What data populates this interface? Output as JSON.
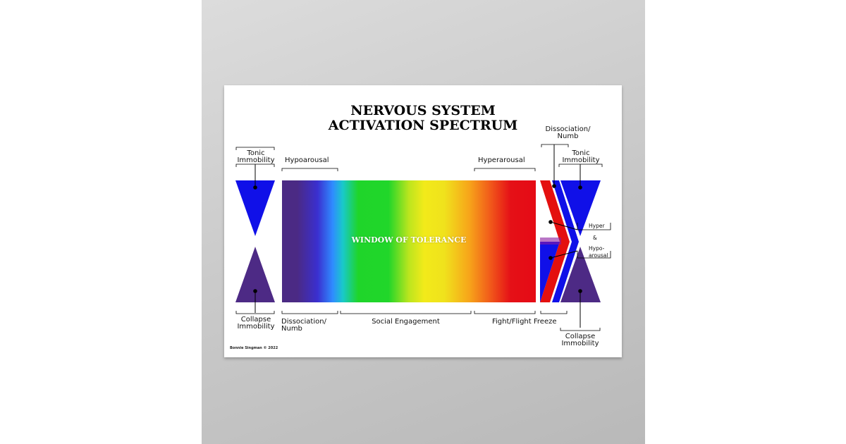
{
  "title": {
    "line1": "NERVOUS SYSTEM",
    "line2": "ACTIVATION SPECTRUM"
  },
  "labels": {
    "tonic_left": [
      "Tonic",
      "Immobility"
    ],
    "hypoarousal": "Hypoarousal",
    "hyperarousal": "Hyperarousal",
    "dissociation_right": [
      "Dissociation/",
      "Numb"
    ],
    "tonic_right": [
      "Tonic",
      "Immobility"
    ],
    "window": "WINDOW OF TOLERANCE",
    "hyper": "Hyper",
    "amp": "&",
    "hypo": "Hypo-",
    "arousal": "arousal",
    "collapse_left": [
      "Collapse",
      "Immobility"
    ],
    "dissociation_bottom": [
      "Dissociation/",
      "Numb"
    ],
    "social": "Social Engagement",
    "fight": "Fight/Flight Freeze",
    "collapse_right": [
      "Collapse",
      "Immobility"
    ]
  },
  "credit": "Bonnie Singman © 2022",
  "colors": {
    "blue": "#1010e8",
    "purple": "#4d2a85",
    "red": "#e4100f",
    "background": "#ffffff",
    "wall": "#c8c8c8"
  }
}
